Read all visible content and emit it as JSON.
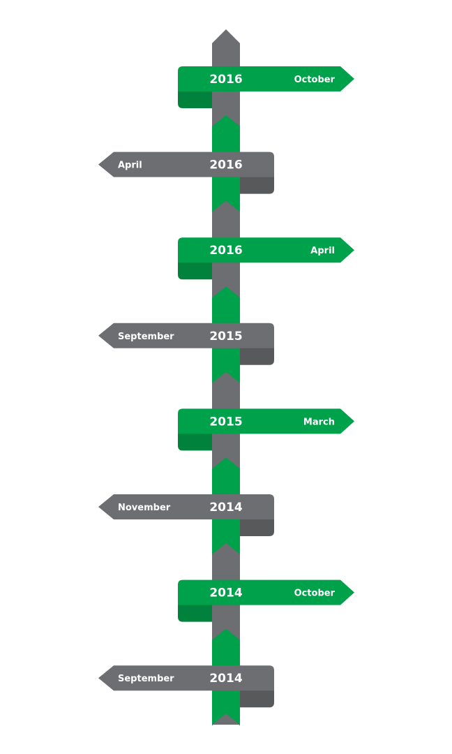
{
  "colors": {
    "green": "#00a14b",
    "green_dark": "#00823c",
    "gray": "#6d6e71",
    "gray_dark": "#58595b",
    "text": "#ffffff"
  },
  "milestones": [
    {
      "year": "2016",
      "month": "October",
      "side": "right",
      "color": "green"
    },
    {
      "year": "2016",
      "month": "April",
      "side": "left",
      "color": "gray"
    },
    {
      "year": "2016",
      "month": "April",
      "side": "right",
      "color": "green"
    },
    {
      "year": "2015",
      "month": "September",
      "side": "left",
      "color": "gray"
    },
    {
      "year": "2015",
      "month": "March",
      "side": "right",
      "color": "green"
    },
    {
      "year": "2014",
      "month": "November",
      "side": "left",
      "color": "gray"
    },
    {
      "year": "2014",
      "month": "October",
      "side": "right",
      "color": "green"
    },
    {
      "year": "2014",
      "month": "September",
      "side": "left",
      "color": "gray"
    }
  ]
}
